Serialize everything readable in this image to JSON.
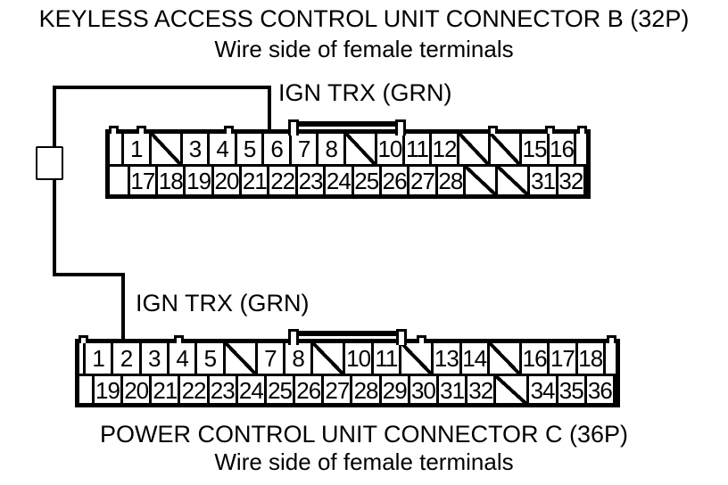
{
  "colors": {
    "background": "#ffffff",
    "line": "#000000"
  },
  "connector_b": {
    "title": "KEYLESS ACCESS CONTROL UNIT CONNECTOR B (32P)",
    "subtitle": "Wire side of female terminals",
    "wire_label": "IGN TRX (GRN)",
    "row_top": [
      "1",
      "/",
      "3",
      "4",
      "5",
      "6",
      "7",
      "8",
      "/",
      "10",
      "11",
      "12",
      "/",
      "/",
      "15",
      "16",
      "~0.5"
    ],
    "row_bottom": [
      "~0.8",
      "17",
      "18",
      "19",
      "20",
      "21",
      "22",
      "23",
      "24",
      "25",
      "26",
      "27",
      "28",
      "/",
      "/",
      "31",
      "32"
    ]
  },
  "connector_c": {
    "title": "POWER CONTROL UNIT CONNECTOR C (36P)",
    "subtitle": "Wire side of female terminals",
    "wire_label": "IGN TRX (GRN)",
    "row_top": [
      "1",
      "2",
      "3",
      "4",
      "5",
      "/",
      "7",
      "8",
      "/",
      "10",
      "11",
      "/",
      "13",
      "14",
      "/",
      "16",
      "17",
      "18",
      "~0.5"
    ],
    "row_bottom": [
      "~0.58",
      "19",
      "20",
      "21",
      "22",
      "23",
      "24",
      "25",
      "26",
      "27",
      "28",
      "29",
      "30",
      "31",
      "32",
      "/",
      "34",
      "35",
      "36"
    ]
  },
  "wire": {
    "signal": "IGN TRX",
    "wire_color": "GRN",
    "connector_b_pin": "6",
    "connector_c_pin": "2"
  }
}
